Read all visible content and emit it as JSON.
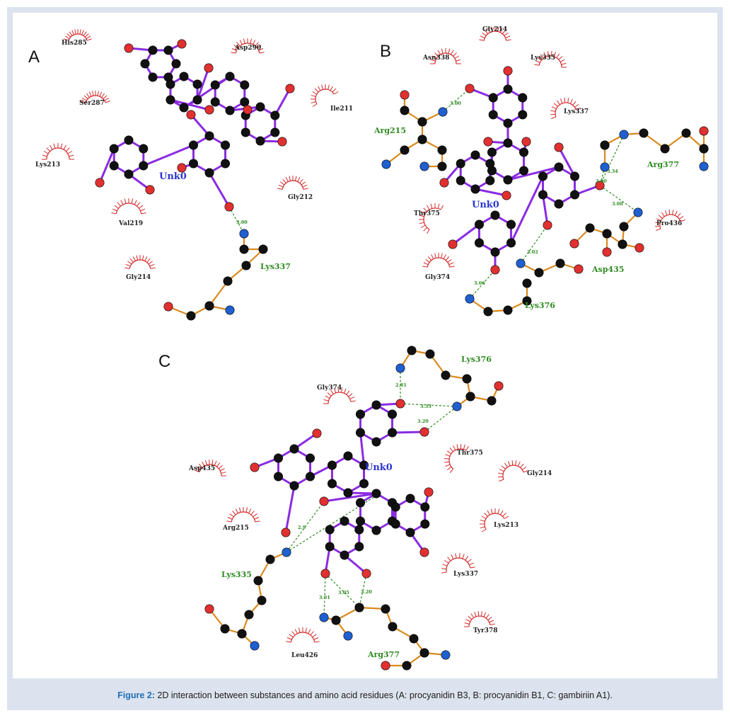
{
  "figure": {
    "caption_label": "Figure 2:",
    "caption_text": " 2D interaction between substances and amino acid residues (A: procyanidin B3, B: procyanidin B1, C: gambiriin A1).",
    "colors": {
      "background": "#dde3ee",
      "ligand_bond": "#8a2be2",
      "residue_bond": "#d98a1e",
      "hbond": "#2e8b20",
      "hydrophobic_arc": "#d42a2a",
      "carbon": "#111111",
      "oxygen": "#e03030",
      "nitrogen": "#1f5fd0",
      "caption_label": "#1f6fb8"
    }
  },
  "panels": [
    {
      "letter": "A",
      "ligand_label": "Unk0",
      "residue_labels": [
        "His285",
        "Asp290",
        "Ser287",
        "Ile211",
        "Lys213",
        "Gly212",
        "Val219",
        "Gly214"
      ],
      "hbond_residue": "Lys337",
      "hbond_distances": [
        "3.00"
      ]
    },
    {
      "letter": "B",
      "ligand_label": "Unk0",
      "residue_labels": [
        "Gly214",
        "Asn338",
        "Lys335",
        "Lys337",
        "Thr375",
        "Pro436",
        "Gly374"
      ],
      "hbond_residues": [
        "Arg215",
        "Arg377",
        "Asp435",
        "Lys376"
      ],
      "hbond_distances": [
        "3.00",
        "3.34",
        "2.90",
        "3.08",
        "3.02",
        "3.06"
      ]
    },
    {
      "letter": "C",
      "ligand_label": "Unk0",
      "residue_labels": [
        "Gly374",
        "Thr375",
        "Asp435",
        "Gly214",
        "Arg215",
        "Lys213",
        "Lys337",
        "Tyr378",
        "Leu426"
      ],
      "hbond_residues": [
        "Lys376",
        "Lys335",
        "Arg377"
      ],
      "hbond_distances": [
        "2.81",
        "3.33",
        "3.20",
        "2.9",
        "3.01",
        "3.05",
        "3.20"
      ]
    }
  ]
}
